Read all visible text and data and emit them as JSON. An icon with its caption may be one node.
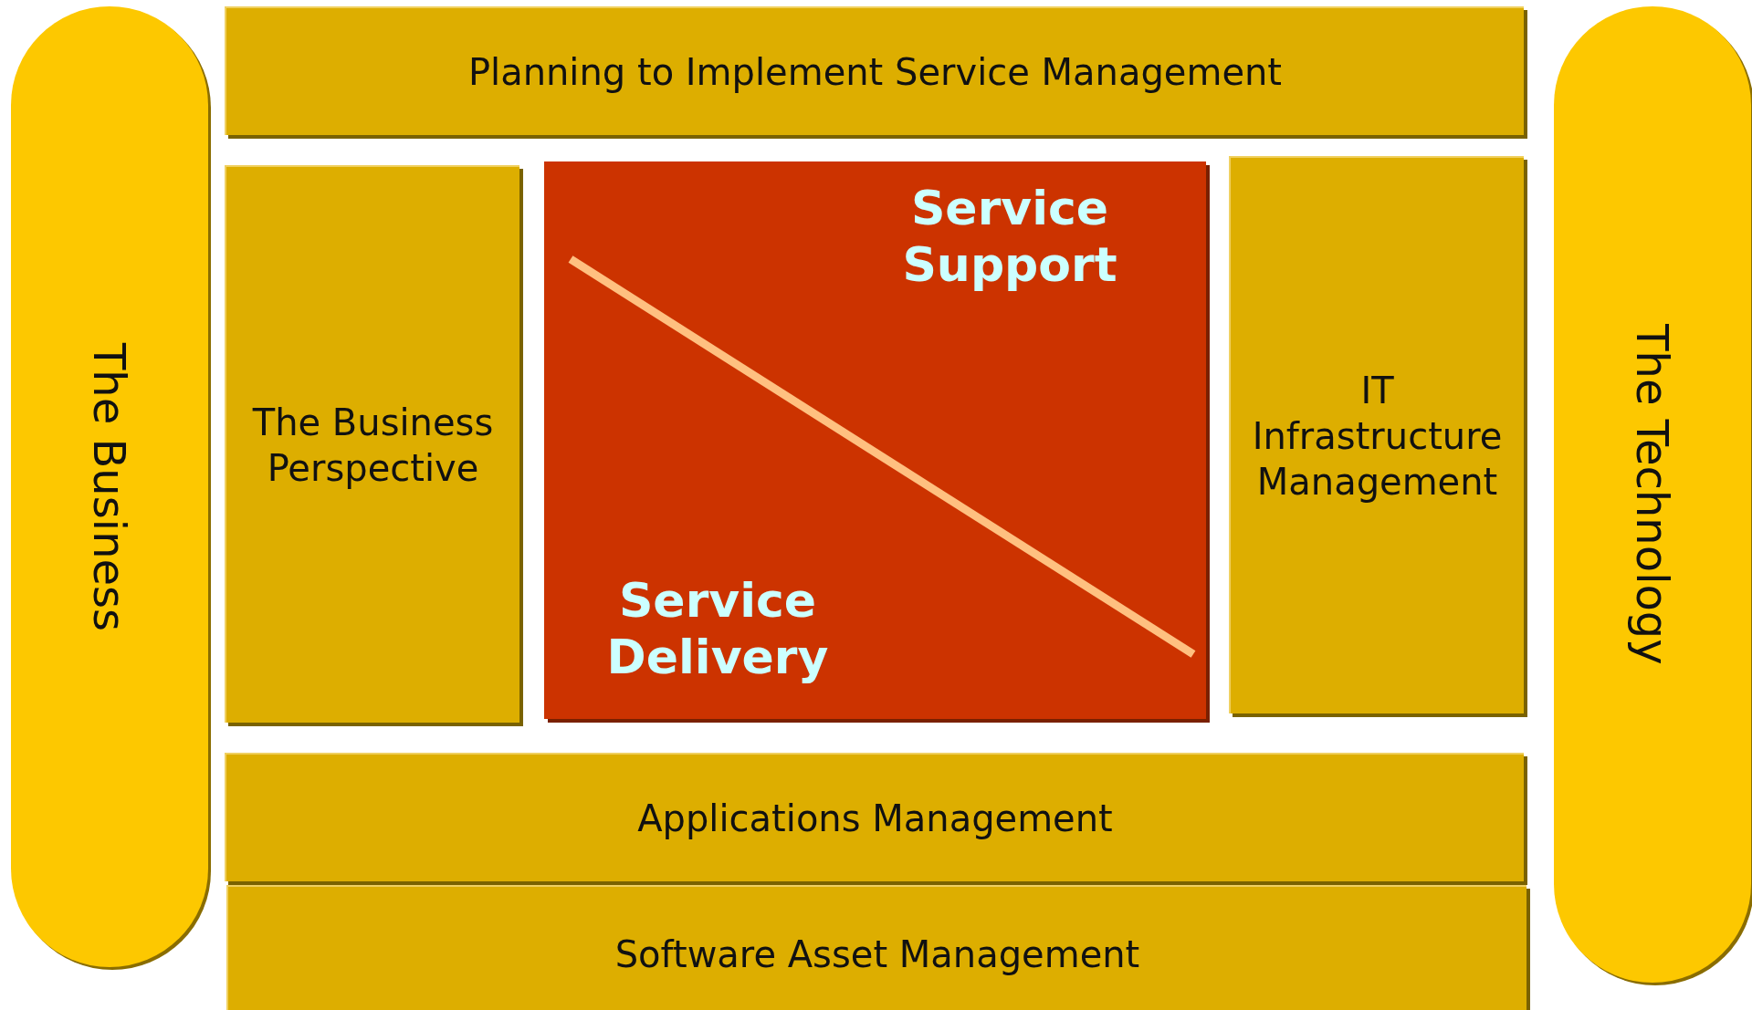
{
  "diagram": {
    "nodes": [
      {
        "text": [
          "The Business"
        ]
      },
      {
        "text": [
          "Planning to Implement Service Management"
        ]
      },
      {
        "text": [
          "The Business Perspective"
        ]
      },
      {
        "text": [
          "Service Support",
          "Service Delivery"
        ]
      },
      {
        "text": [
          "IT Infrastructure Management"
        ]
      },
      {
        "text": [
          "Applications Management"
        ]
      },
      {
        "text": [
          "Software Asset Management"
        ]
      },
      {
        "text": [
          "The Technology"
        ]
      }
    ]
  }
}
